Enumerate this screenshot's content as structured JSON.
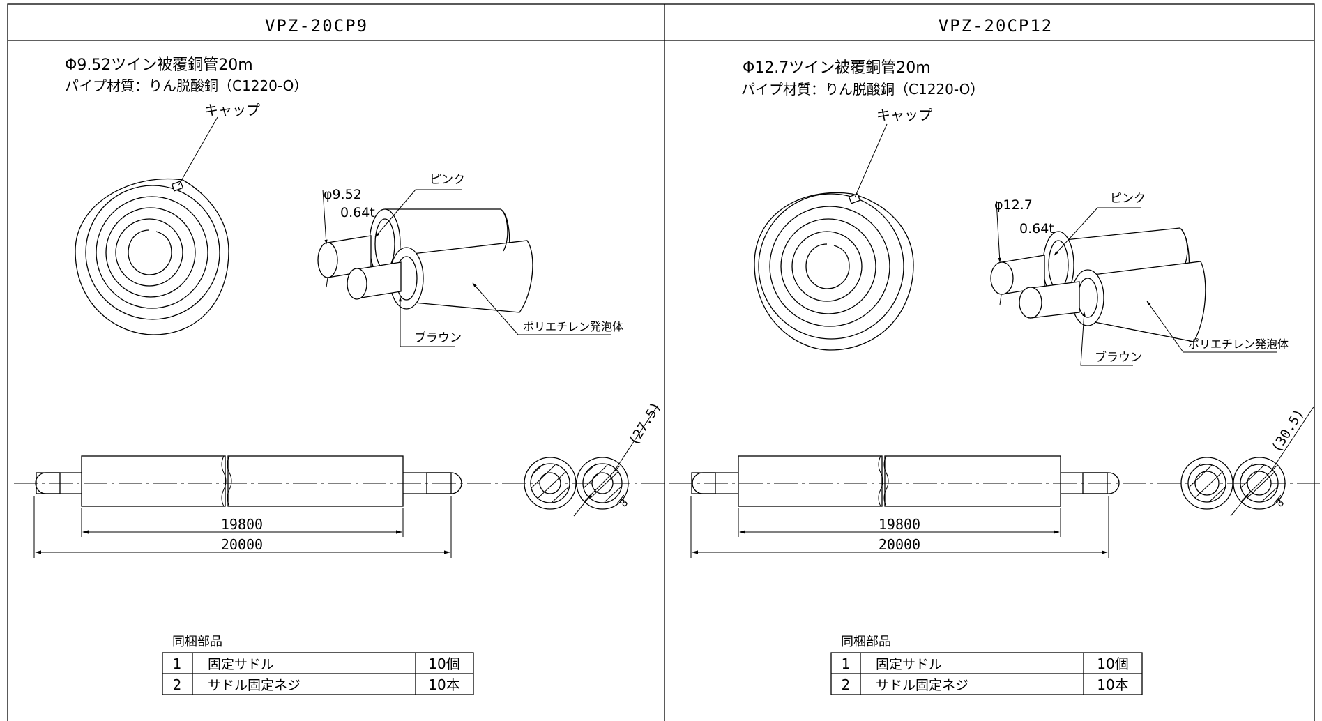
{
  "panels": [
    {
      "title": "VPZ-20CP9",
      "spec_line1": "Φ9.52ツイン被覆銅管20m",
      "spec_line2": "パイプ材質：りん脱酸銅（C1220-O）",
      "cap_label": "キャップ",
      "pipe_dia": "φ9.52",
      "thickness": "0.64t",
      "pink_label": "ピンク",
      "brown_label": "ブラウン",
      "foam_label": "ポリエチレン発泡体",
      "dim_inner": "19800",
      "dim_total": "20000",
      "section_dim": "(27.5)",
      "section_mark": "8",
      "parts_title": "同梱部品",
      "parts": [
        {
          "no": "1",
          "name": "固定サドル",
          "qty": "10個"
        },
        {
          "no": "2",
          "name": "サドル固定ネジ",
          "qty": "10本"
        }
      ]
    },
    {
      "title": "VPZ-20CP12",
      "spec_line1": "Φ12.7ツイン被覆銅管20m",
      "spec_line2": "パイプ材質：りん脱酸銅（C1220-O）",
      "cap_label": "キャップ",
      "pipe_dia": "φ12.7",
      "thickness": "0.64t",
      "pink_label": "ピンク",
      "brown_label": "ブラウン",
      "foam_label": "ポリエチレン発泡体",
      "dim_inner": "19800",
      "dim_total": "20000",
      "section_dim": "(30.5)",
      "section_mark": "8",
      "parts_title": "同梱部品",
      "parts": [
        {
          "no": "1",
          "name": "固定サドル",
          "qty": "10個"
        },
        {
          "no": "2",
          "name": "サドル固定ネジ",
          "qty": "10本"
        }
      ]
    }
  ]
}
